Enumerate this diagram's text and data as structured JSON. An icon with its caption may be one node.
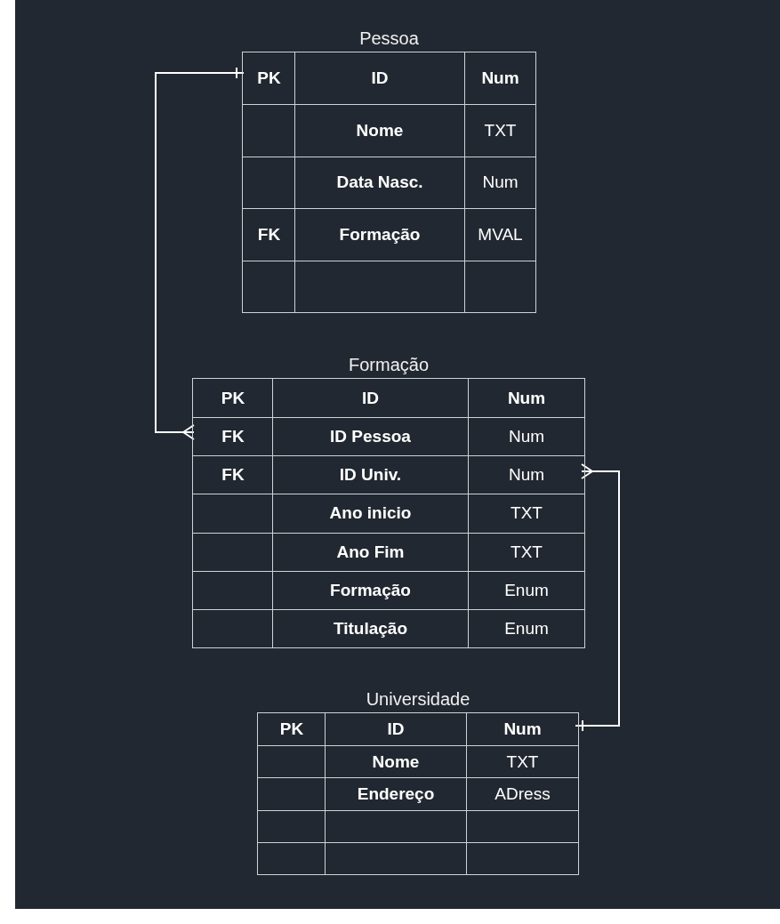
{
  "diagram": {
    "nodes": [
      {
        "text": [
          "Pessoa"
        ]
      },
      {
        "text": [
          "PK",
          "ID",
          "Num"
        ],
        "in": 0
      },
      {
        "text": [
          "Nome",
          "TXT"
        ],
        "in": 0
      },
      {
        "text": [
          "Data Nasc.",
          "Num"
        ],
        "in": 0
      },
      {
        "text": [
          "FK",
          "Formação",
          "MVAL"
        ],
        "in": 0
      },
      {
        "text": [],
        "shape": "box",
        "in": 0
      },
      {
        "text": [
          "Formação"
        ]
      },
      {
        "text": [
          "PK",
          "ID",
          "Num"
        ],
        "in": 6
      },
      {
        "text": [
          "FK",
          "ID Pessoa",
          "Num"
        ],
        "in": 6
      },
      {
        "text": [
          "FK",
          "ID Univ.",
          "Num"
        ],
        "in": 6
      },
      {
        "text": [
          "Ano inicio",
          "TXT"
        ],
        "in": 6
      },
      {
        "text": [
          "Ano Fim",
          "TXT"
        ],
        "in": 6
      },
      {
        "text": [
          "Formação",
          "Enum"
        ],
        "in": 6
      },
      {
        "text": [
          "Titulação",
          "Enum"
        ],
        "in": 6
      },
      {
        "text": [
          "Universidade"
        ]
      },
      {
        "text": [
          "PK",
          "ID",
          "Num"
        ],
        "in": 14
      },
      {
        "text": [
          "Nome",
          "TXT"
        ],
        "in": 14
      },
      {
        "text": [
          "Endereço",
          "ADress"
        ],
        "in": 14
      },
      {
        "text": [],
        "shape": "box",
        "in": 14
      },
      {
        "text": [],
        "shape": "box",
        "in": 14
      }
    ],
    "edges": [
      {
        "from": 8,
        "to": 1,
        "arrow": "other"
      },
      {
        "from": 9,
        "to": 15,
        "arrow": "other"
      }
    ]
  }
}
